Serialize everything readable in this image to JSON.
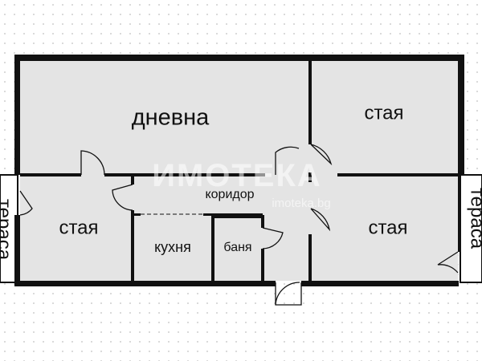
{
  "rooms": {
    "living": "дневна",
    "room_top_right": "стая",
    "room_left": "стая",
    "room_right": "стая",
    "corridor": "коридор",
    "kitchen": "кухня",
    "bathroom": "баня",
    "terrace_left": "тераса",
    "terrace_right": "тераса"
  },
  "watermark": {
    "brand": "ИМОТЕКА",
    "site": "imoteka.bg"
  },
  "colors": {
    "wall": "#111111",
    "floor": "#e4e4e4",
    "terrace_floor": "#ffffff",
    "background": "#ffffff"
  }
}
